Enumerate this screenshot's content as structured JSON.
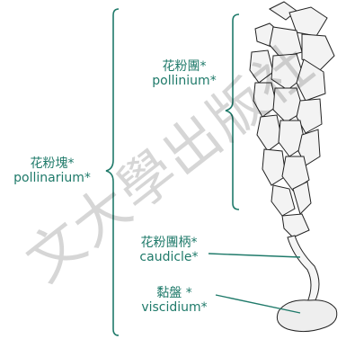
{
  "labels": {
    "pollinium": {
      "zh": "花粉團*",
      "en": "pollinium*"
    },
    "pollinarium": {
      "zh": "花粉塊*",
      "en": "pollinarium*"
    },
    "caudicle": {
      "zh": "花粉團柄*",
      "en": "caudicle*"
    },
    "viscidium": {
      "zh": "黏盤 *",
      "en": "viscidium*"
    }
  },
  "watermark": "文大學出版社",
  "colors": {
    "accent": "#1f7a6a",
    "ink": "#222222",
    "watermark": "#bdbdbd"
  }
}
